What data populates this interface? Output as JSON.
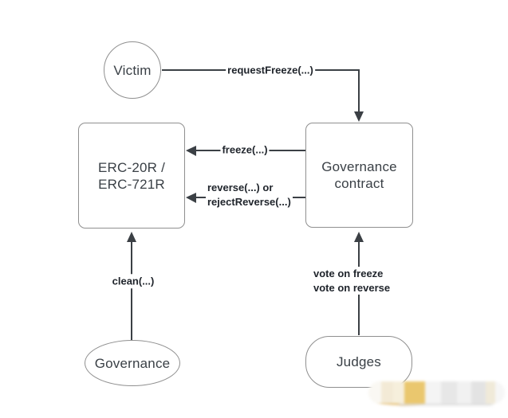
{
  "diagram": {
    "nodes": {
      "victim": {
        "label": "Victim",
        "shape": "circle"
      },
      "erc": {
        "line1": "ERC-20R /",
        "line2": "ERC-721R",
        "shape": "rounded-rect"
      },
      "governance_contract": {
        "line1": "Governance",
        "line2": "contract",
        "shape": "rounded-rect"
      },
      "governance": {
        "label": "Governance",
        "shape": "ellipse"
      },
      "judges": {
        "label": "Judges",
        "shape": "stadium"
      }
    },
    "edges": {
      "request_freeze": {
        "label": "requestFreeze(...)",
        "from": "victim",
        "to": "governance_contract"
      },
      "freeze": {
        "label": "freeze(...)",
        "from": "governance_contract",
        "to": "erc"
      },
      "reverse": {
        "line1": "reverse(...) or",
        "line2": "rejectReverse(...)",
        "from": "governance_contract",
        "to": "erc"
      },
      "clean": {
        "label": "clean(...)",
        "from": "governance",
        "to": "erc"
      },
      "vote": {
        "line1": "vote on freeze",
        "line2": "vote on reverse",
        "from": "judges",
        "to": "governance_contract"
      }
    },
    "colors": {
      "background": "#ffffff",
      "node_border": "#8f8f8f",
      "node_text": "#3a4046",
      "edge_line": "#3b4045",
      "edge_label_text": "#20252c",
      "watermark_orange": "#eac76e",
      "watermark_smudge": "#dba43b"
    }
  }
}
